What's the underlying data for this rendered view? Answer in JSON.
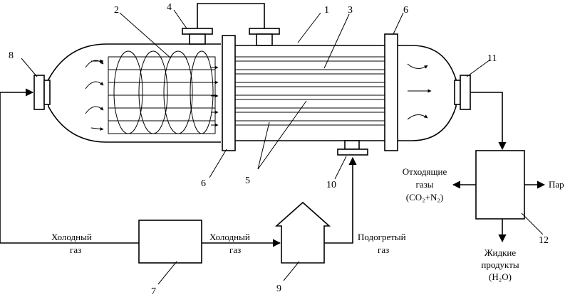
{
  "numbers": [
    "1",
    "2",
    "3",
    "4",
    "5",
    "6",
    "6",
    "7",
    "8",
    "9",
    "10",
    "11",
    "12"
  ],
  "labels": {
    "cold_gas_left_1": "Холодный",
    "cold_gas_left_2": "газ",
    "cold_gas_mid_1": "Холодный",
    "cold_gas_mid_2": "газ",
    "heated_gas_1": "Подогретый",
    "heated_gas_2": "газ",
    "exhaust_1": "Отходящие",
    "exhaust_2": "газы",
    "exhaust_3": "(CO₂+N₂)",
    "steam": "Пар",
    "liquid_1": "Жидкие",
    "liquid_2": "продукты",
    "liquid_3": "(H₂O)"
  }
}
